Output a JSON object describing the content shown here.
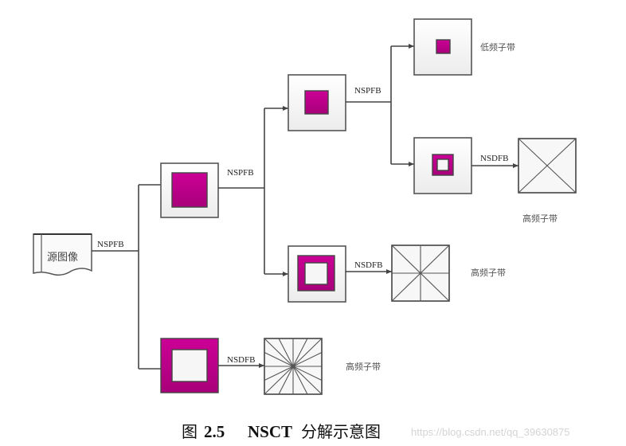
{
  "diagram": {
    "source_label": "源图像",
    "labels": {
      "nspfb": "NSPFB",
      "nsdfb": "NSDFB",
      "low_band": "低频子带",
      "high_band": "高频子带"
    },
    "nodes": [
      {
        "id": "source",
        "type": "document",
        "label": "源图像"
      },
      {
        "id": "level1-lowpass",
        "type": "filter-box",
        "content": "solid-square-large"
      },
      {
        "id": "level1-bandpass",
        "type": "filter-box",
        "content": "thick-ring"
      },
      {
        "id": "level2-lowpass",
        "type": "filter-box",
        "content": "solid-square-medium"
      },
      {
        "id": "level2-bandpass",
        "type": "filter-box",
        "content": "medium-ring"
      },
      {
        "id": "level3-lowpass",
        "type": "filter-box",
        "content": "solid-square-small"
      },
      {
        "id": "level3-bandpass",
        "type": "filter-box",
        "content": "thin-ring"
      },
      {
        "id": "dfb-16",
        "type": "directional-box",
        "directions": 16
      },
      {
        "id": "dfb-8",
        "type": "directional-box",
        "directions": 8
      },
      {
        "id": "dfb-4",
        "type": "directional-box",
        "directions": 4
      }
    ],
    "edges": [
      {
        "from": "source",
        "to": "level1-lowpass",
        "label": "NSPFB"
      },
      {
        "from": "source",
        "to": "level1-bandpass",
        "label": "NSPFB"
      },
      {
        "from": "level1-lowpass",
        "to": "level2-lowpass",
        "label": "NSPFB"
      },
      {
        "from": "level1-lowpass",
        "to": "level2-bandpass",
        "label": "NSPFB"
      },
      {
        "from": "level2-lowpass",
        "to": "level3-lowpass",
        "label": "NSPFB"
      },
      {
        "from": "level2-lowpass",
        "to": "level3-bandpass",
        "label": "NSPFB"
      },
      {
        "from": "level1-bandpass",
        "to": "dfb-16",
        "label": "NSDFB"
      },
      {
        "from": "level2-bandpass",
        "to": "dfb-8",
        "label": "NSDFB"
      },
      {
        "from": "level3-bandpass",
        "to": "dfb-4",
        "label": "NSDFB"
      }
    ],
    "outputs": [
      {
        "node": "level3-lowpass",
        "label": "低频子带"
      },
      {
        "node": "dfb-4",
        "label": "高频子带"
      },
      {
        "node": "dfb-8",
        "label": "高频子带"
      },
      {
        "node": "dfb-16",
        "label": "高频子带"
      }
    ]
  },
  "caption": {
    "prefix": "图",
    "number": "2.5",
    "title_bold": "NSCT",
    "title_rest": "分解示意图"
  },
  "watermark": "https://blog.csdn.net/qq_39630875",
  "colors": {
    "magenta": "#c0008c",
    "line": "#444444"
  }
}
